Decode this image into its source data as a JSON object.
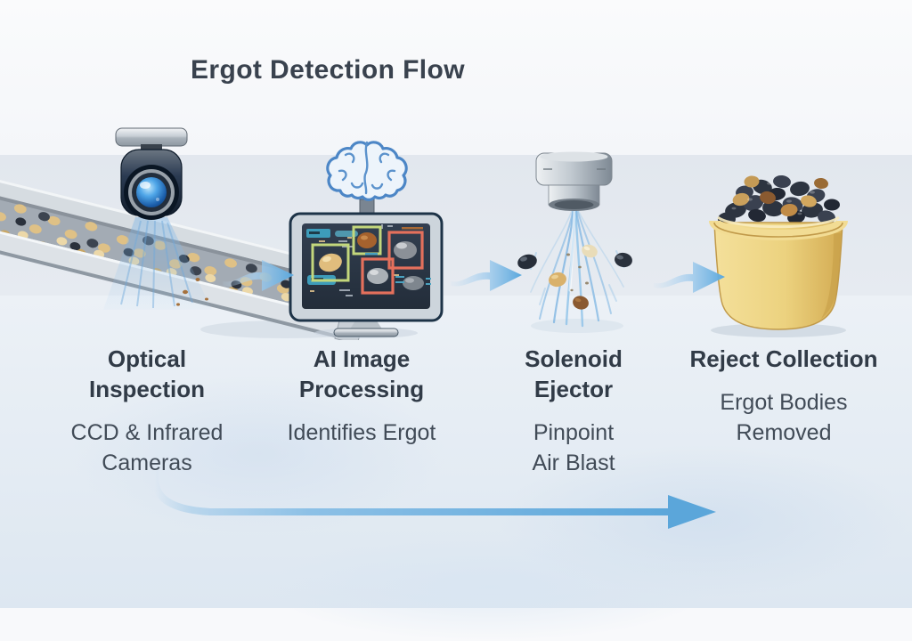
{
  "title": "Ergot Detection Flow",
  "stages": [
    {
      "heading": "Optical\nInspection",
      "description": "CCD & Infrared\nCameras",
      "icon": "inspection-camera-over-conveyor"
    },
    {
      "heading": "AI Image\nProcessing",
      "description": "Identifies Ergot",
      "icon": "brain-and-analysis-monitor"
    },
    {
      "heading": "Solenoid\nEjector",
      "description": "Pinpoint\nAir Blast",
      "icon": "air-nozzle-blast"
    },
    {
      "heading": "Reject Collection",
      "description": "Ergot Bodies\nRemoved",
      "icon": "reject-bucket-of-ergot"
    }
  ],
  "flow": {
    "stage_arrow_count": 3,
    "bottom_arrow_direction": "left-to-right"
  },
  "colors": {
    "arrow_blue": "#5ba6da",
    "detection_box_good": "#c3d77c",
    "detection_box_reject": "#e4705c",
    "screen_ui_teal": "#3d9cba",
    "bucket_yellow": "#ecd084",
    "grain_tan": "#dfc186",
    "ergot_dark": "#353d4a",
    "heading_text": "#313b47",
    "body_text": "#414b57"
  }
}
